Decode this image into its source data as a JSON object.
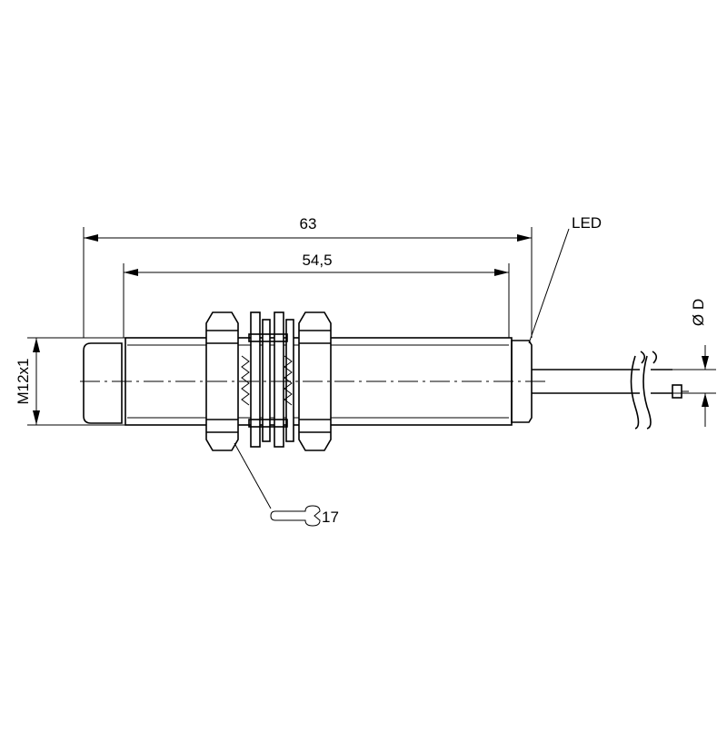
{
  "dimensions": {
    "overall_length": "63",
    "thread_length": "54,5",
    "thread": "M12x1",
    "cable_diameter": "Ø D"
  },
  "callouts": {
    "led": "LED",
    "wrench_size": "17"
  }
}
